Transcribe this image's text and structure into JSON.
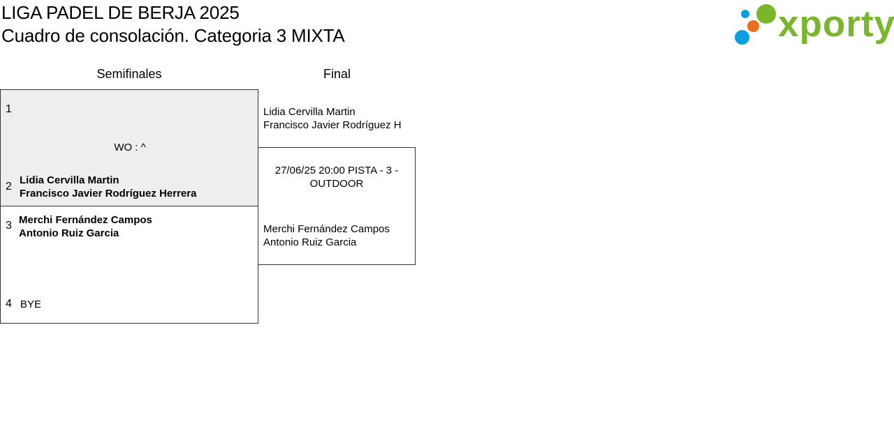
{
  "header": {
    "title": "LIGA PADEL DE BERJA 2025",
    "subtitle": "Cuadro de consolación. Categoria 3 MIXTA"
  },
  "logo": {
    "text": "xporty",
    "colors": {
      "green": "#7ab62c",
      "blue": "#0a9fe0",
      "orange": "#e8701a"
    }
  },
  "rounds": {
    "semis": "Semifinales",
    "final": "Final"
  },
  "semis": [
    {
      "top": {
        "seed": "1",
        "player1": "",
        "player2": ""
      },
      "score": "WO : ^",
      "bottom": {
        "seed": "2",
        "player1": "Lidia Cervilla Martin",
        "player2": "Francisco Javier Rodríguez Herrera"
      }
    },
    {
      "top": {
        "seed": "3",
        "player1": "Merchi Fernández Campos",
        "player2": "Antonio Ruiz Garcia"
      },
      "score": "",
      "bottom": {
        "seed": "4",
        "player1": "BYE",
        "player2": ""
      }
    }
  ],
  "final": {
    "top": {
      "player1": "Lidia Cervilla Martin",
      "player2": "Francisco Javier Rodríguez H"
    },
    "info": "27/06/25 20:00 PISTA - 3 - OUTDOOR",
    "bottom": {
      "player1": "Merchi Fernández Campos",
      "player2": "Antonio Ruiz Garcia"
    }
  }
}
